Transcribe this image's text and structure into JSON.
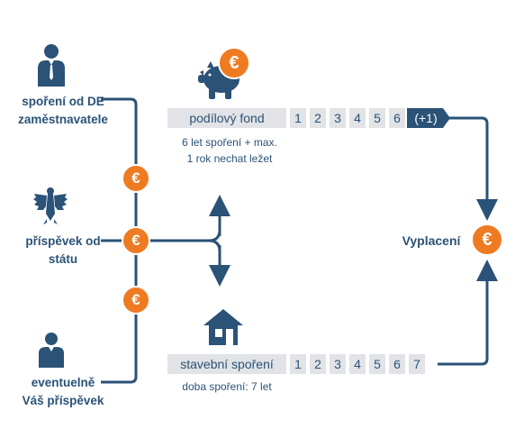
{
  "sources": {
    "employer": "spoření od DE\nzaměstnavatele",
    "state": "příspěvek od\nstátu",
    "own": "eventuelně\nVáš příspěvek"
  },
  "fund": {
    "label": "podílový fond",
    "years": [
      "1",
      "2",
      "3",
      "4",
      "5",
      "6"
    ],
    "extra": "(+1)",
    "note": "6 let spoření + max.\n1 rok nechat ležet"
  },
  "building": {
    "label": "stavební spoření",
    "years": [
      "1",
      "2",
      "3",
      "4",
      "5",
      "6",
      "7"
    ],
    "note": "doba spoření: 7 let"
  },
  "payout": {
    "label": "Vyplacení"
  },
  "euro_symbol": "€",
  "colors": {
    "navy": "#2b5277",
    "orange": "#ee7b22",
    "bar": "#e1e3e6",
    "extra_bg": "#2b5277"
  },
  "icons": [
    "businessman-icon",
    "eagle-emblem-icon",
    "person-icon",
    "piggy-bank-icon",
    "house-icon",
    "euro-coin-icon"
  ]
}
